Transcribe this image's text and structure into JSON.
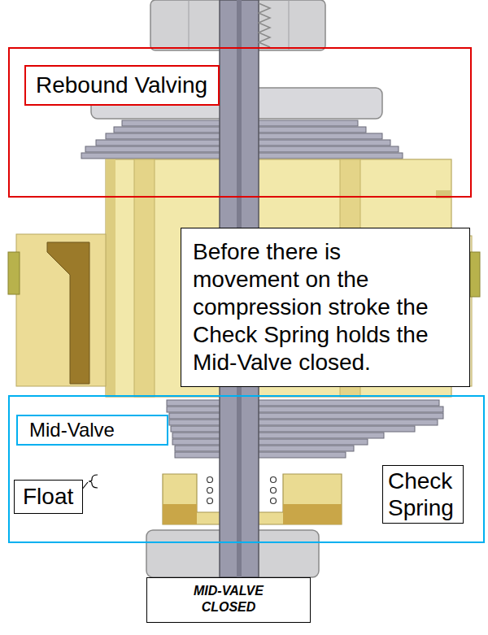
{
  "diagram": {
    "nodes": [
      {
        "text": [
          "Rebound Valving"
        ]
      },
      {
        "text": [
          "Before there is movement on the compression stroke the Check Spring holds the Mid-Valve closed."
        ]
      },
      {
        "text": [
          "Mid-Valve"
        ]
      },
      {
        "text": [
          "Float"
        ],
        "in": 2
      },
      {
        "text": [
          "Check Spring"
        ],
        "in": 2
      },
      {
        "text": [
          "MID-VALVE CLOSED"
        ]
      }
    ]
  }
}
